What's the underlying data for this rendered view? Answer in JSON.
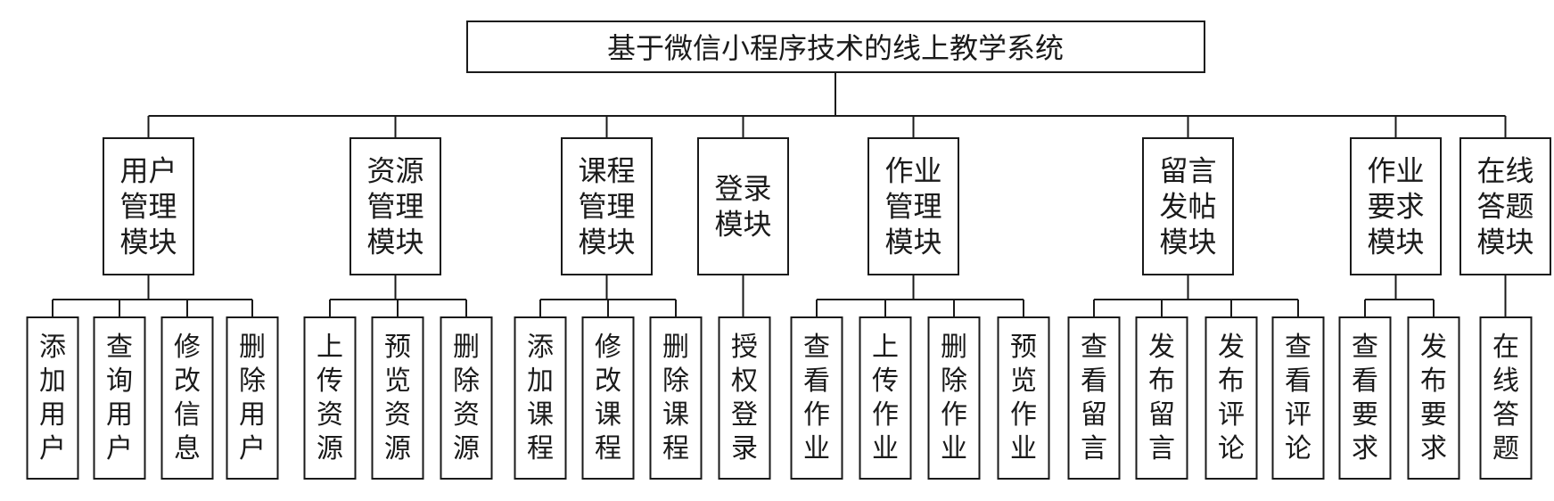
{
  "root": {
    "label": "基于微信小程序技术的线上教学系统"
  },
  "modules": [
    {
      "label": "用户管理模块",
      "children": [
        "添加用户",
        "查询用户",
        "修改信息",
        "删除用户"
      ]
    },
    {
      "label": "资源管理模块",
      "children": [
        "上传资源",
        "预览资源",
        "删除资源"
      ]
    },
    {
      "label": "课程管理模块",
      "children": [
        "添加课程",
        "修改课程",
        "删除课程"
      ]
    },
    {
      "label": "登录模块",
      "children": [
        "授权登录"
      ]
    },
    {
      "label": "作业管理模块",
      "children": [
        "查看作业",
        "上传作业",
        "删除作业",
        "预览作业"
      ]
    },
    {
      "label": "留言发帖模块",
      "children": [
        "查看留言",
        "发布留言",
        "发布评论",
        "查看评论"
      ]
    },
    {
      "label": "作业要求模块",
      "children": [
        "查看要求",
        "发布要求"
      ]
    },
    {
      "label": "在线答题模块",
      "children": [
        "在线答题"
      ]
    }
  ]
}
